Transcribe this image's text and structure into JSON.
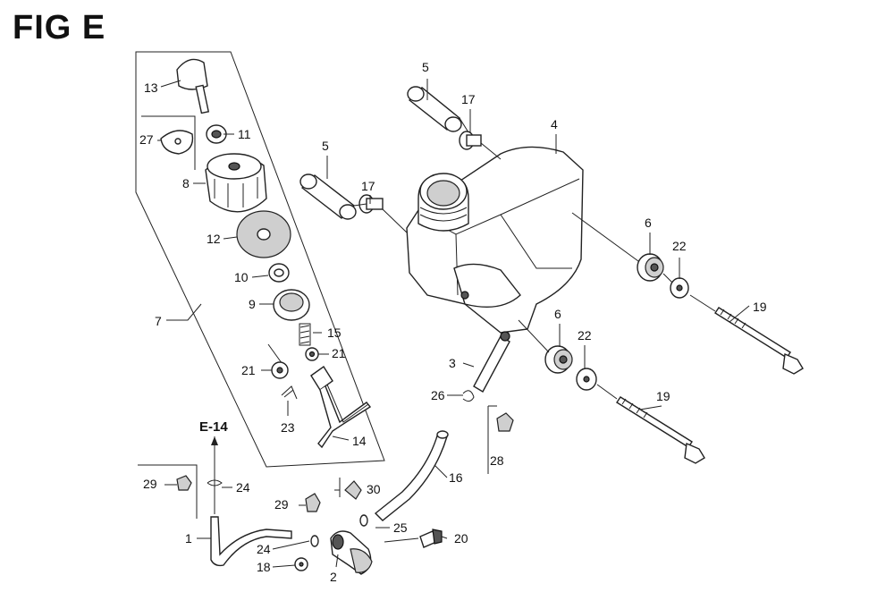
{
  "figure": {
    "title": "FIG E",
    "reference": "E-14"
  },
  "callouts": {
    "c1": "1",
    "c2": "2",
    "c3": "3",
    "c4": "4",
    "c5a": "5",
    "c5b": "5",
    "c6a": "6",
    "c6b": "6",
    "c7": "7",
    "c8": "8",
    "c9": "9",
    "c10": "10",
    "c11": "11",
    "c12": "12",
    "c13": "13",
    "c14": "14",
    "c15": "15",
    "c16": "16",
    "c17a": "17",
    "c17b": "17",
    "c18": "18",
    "c19a": "19",
    "c19b": "19",
    "c20": "20",
    "c21a": "21",
    "c21b": "21",
    "c22a": "22",
    "c22b": "22",
    "c23": "23",
    "c24a": "24",
    "c24b": "24",
    "c25": "25",
    "c26": "26",
    "c27": "27",
    "c28": "28",
    "c29a": "29",
    "c29b": "29",
    "c30": "30"
  },
  "colors": {
    "line": "#222222",
    "fill": "#ffffff",
    "shade": "#cfcfcf"
  }
}
